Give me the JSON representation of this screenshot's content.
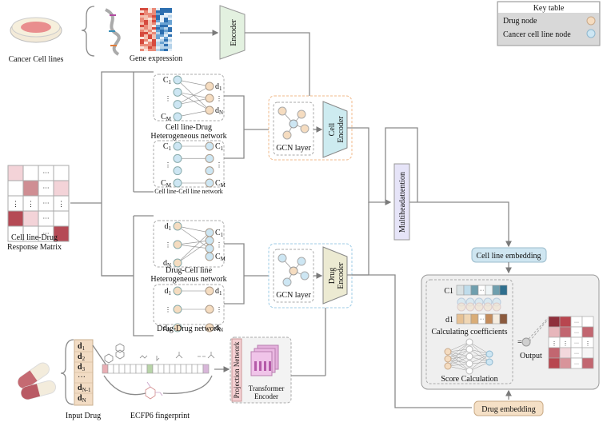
{
  "key_table": {
    "title": "Key table",
    "items": [
      {
        "label": "Drug node",
        "color": "#f5dcc0"
      },
      {
        "label": "Cancer cell line node",
        "color": "#cde6f3"
      }
    ]
  },
  "inputs": {
    "cancer_cell_lines": "Cancer Cell lines",
    "gene_expression": "Gene expression",
    "response_matrix": [
      "Cell line-Drug",
      "Response Matrix"
    ],
    "input_drug": "Input Drug",
    "drug_list": [
      "d1",
      "d2",
      "d3",
      "...",
      "dN-1",
      "dN"
    ],
    "ecfp": "ECFP6 fingerprint"
  },
  "networks": {
    "cell_drug": {
      "title": [
        "Cell line-Drug",
        "Heterogeneous network"
      ],
      "left": [
        "C1",
        "CM"
      ],
      "right": [
        "d1",
        "dN"
      ]
    },
    "cell_cell": {
      "title": "Cell line-Cell line network",
      "left": [
        "C1",
        "CM"
      ],
      "right": [
        "C1",
        "CM"
      ]
    },
    "drug_cell": {
      "title": [
        "Drug-Cell line",
        "Heterogeneous network"
      ],
      "left": [
        "d1",
        "dN"
      ],
      "right": [
        "C1",
        "CM"
      ]
    },
    "drug_drug": {
      "title": "Drug-Drug network",
      "left": [
        "d1",
        "dN"
      ],
      "right": [
        "d1",
        "dN"
      ]
    }
  },
  "modules": {
    "encoder": "Encoder",
    "gcn_cell": "GCN layer",
    "cell_encoder": [
      "Cell",
      "Encoder"
    ],
    "gcn_drug": "GCN layer",
    "drug_encoder": [
      "Drug",
      "Encoder"
    ],
    "multihead": "Multiheadattention",
    "projection": "Projection Network",
    "transformer": [
      "Transformer",
      "Encoder"
    ],
    "cell_embedding": "Cell line embedding",
    "drug_embedding": "Drug embedding",
    "calc_coeff": "Calculating coefficients",
    "score_calc": "Score Calculation",
    "output": "Output",
    "c1": "C1",
    "d1": "d1"
  },
  "colors": {
    "drug": "#f5dcc0",
    "cell": "#cde6f3",
    "encoder_green": "#e3f1e0",
    "cell_encoder": "#cdebf0",
    "drug_encoder": "#ecead2",
    "multihead": "#e6e4f8",
    "projection": "#f3cfd2",
    "cell_embed": "#cfe6f1",
    "drug_embed": "#f5e0c6",
    "orange_dash": "#f0b98a",
    "blue_dash": "#9ccbe6"
  }
}
